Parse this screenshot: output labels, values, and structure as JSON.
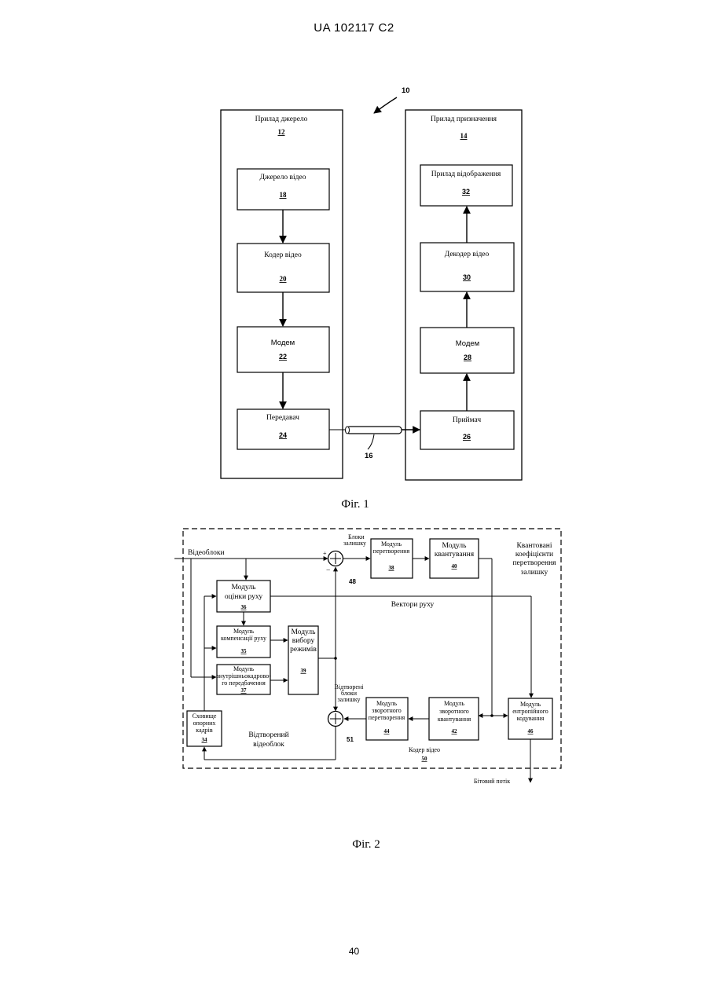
{
  "header": {
    "patent_id": "UA   102117   C2"
  },
  "fig1": {
    "system_ref": "10",
    "source_device": {
      "label": "Прилад джерело",
      "ref": "12"
    },
    "dest_device": {
      "label": "Прилад призначення",
      "ref": "14"
    },
    "blocks": [
      {
        "id": "video_source",
        "label": "Джерело відео",
        "ref": "18"
      },
      {
        "id": "video_encoder",
        "label": "Кодер відео",
        "ref": "20"
      },
      {
        "id": "modem_tx",
        "label": "Модем",
        "ref": "22"
      },
      {
        "id": "transmitter",
        "label": "Передавач",
        "ref": "24"
      },
      {
        "id": "display",
        "label": "Прилад відображення",
        "ref": "32"
      },
      {
        "id": "video_decoder",
        "label": "Декодер відео",
        "ref": "30"
      },
      {
        "id": "modem_rx",
        "label": "Модем",
        "ref": "28"
      },
      {
        "id": "receiver",
        "label": "Приймач",
        "ref": "26"
      }
    ],
    "channel_ref": "16",
    "caption": "Фіг. 1"
  },
  "fig2": {
    "input_label": "Відеоблоки",
    "residual_blocks_label": [
      "Блоки",
      "залишку"
    ],
    "quantized_coeffs_label": [
      "Квантовані",
      "коефіцієнти",
      "перетворення",
      "залишку"
    ],
    "motion_vectors_label": "Вектори руху",
    "reconstructed_residual_label": [
      "Відтворені",
      "блоки",
      "залишку"
    ],
    "reconstructed_block_label": [
      "Відтворений",
      "відеоблок"
    ],
    "bitstream_label": "Бітовий потік",
    "plus_sign": "+",
    "minus_sign": "−",
    "modules": [
      {
        "id": "transform",
        "label": [
          "Модуль",
          "перетворення"
        ],
        "ref": "38"
      },
      {
        "id": "quant",
        "label": [
          "Модуль",
          "квантування"
        ],
        "ref": "40"
      },
      {
        "id": "motion_est",
        "label": [
          "Модуль",
          "оцінки руху"
        ],
        "ref": "36"
      },
      {
        "id": "motion_comp",
        "label": [
          "Модуль",
          "компенсації руху"
        ],
        "ref": "35"
      },
      {
        "id": "intra",
        "label": [
          "Модуль",
          "внутрішньокадрово-",
          "го передбачення"
        ],
        "ref": "37"
      },
      {
        "id": "mode_select",
        "label": [
          "Модуль",
          "вибору",
          "режимів"
        ],
        "ref": "39"
      },
      {
        "id": "ref_store",
        "label": [
          "Сховище",
          "опорних",
          "кадрів"
        ],
        "ref": "34"
      },
      {
        "id": "inv_transform",
        "label": [
          "Модуль",
          "зворотного",
          "перетворення"
        ],
        "ref": "44"
      },
      {
        "id": "inv_quant",
        "label": [
          "Модуль",
          "зворотного",
          "квантування"
        ],
        "ref": "42"
      },
      {
        "id": "entropy",
        "label": [
          "Модуль",
          "ентропійного",
          "кодування"
        ],
        "ref": "46"
      }
    ],
    "summer_top_ref": "48",
    "summer_bottom_ref": "51",
    "encoder": {
      "label": "Кодер відео",
      "ref": "50"
    },
    "caption": "Фіг. 2"
  },
  "page_number": "40"
}
